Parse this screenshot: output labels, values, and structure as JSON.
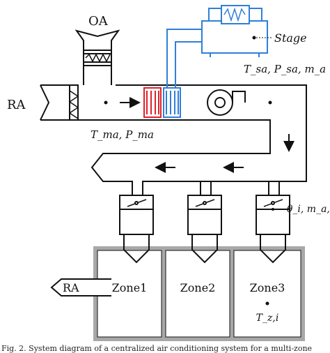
{
  "labels": {
    "oa": "OA",
    "ra_in": "RA",
    "ra_out": "RA",
    "stage": "Stage",
    "mixed_state": "T_ma, P_ma",
    "supply_state": "T_sa, P_sa, m_a",
    "damper_state": "θ_i, m_a,i",
    "zone_temp": "T_z,i"
  },
  "zones": [
    "Zone1",
    "Zone2",
    "Zone3"
  ],
  "caption": "Fig. 2. System diagram of a centralized air conditioning system for a multi-zone",
  "colors": {
    "heating_coil": "#e0202a",
    "cooling_coil": "#2f7fd8",
    "zone_wall": "#a8a8a8",
    "line": "#111111"
  }
}
